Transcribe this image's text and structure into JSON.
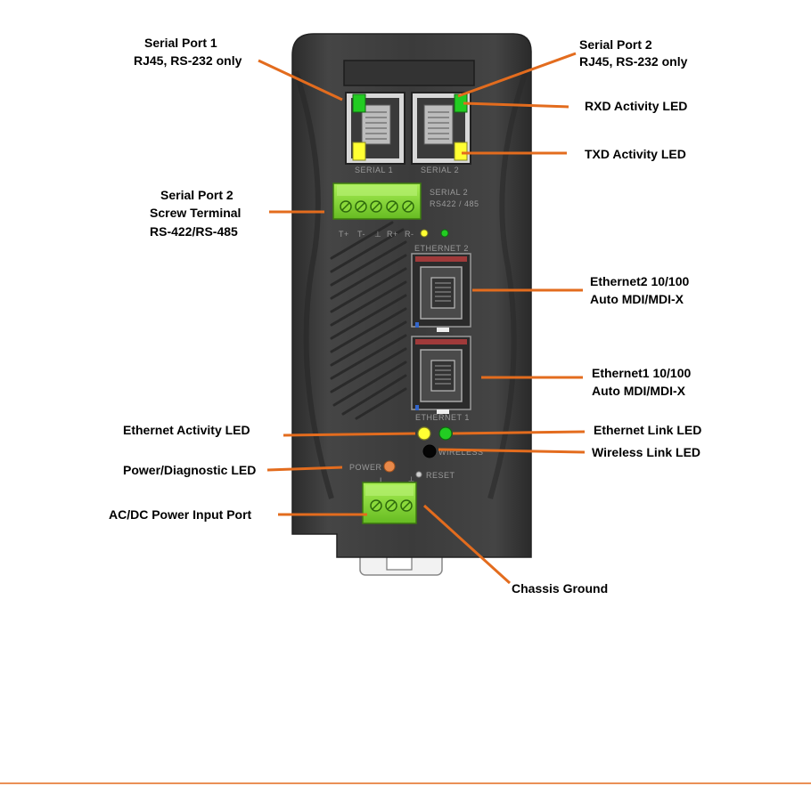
{
  "callouts": {
    "serial1": [
      "Serial Port 1",
      "RJ45, RS-232 only"
    ],
    "serial2": [
      "Serial Port 2",
      "RJ45, RS-232 only"
    ],
    "rxd": "RXD Activity LED",
    "txd": "TXD Activity LED",
    "screw": [
      "Serial Port 2",
      "Screw Terminal",
      "RS-422/RS-485"
    ],
    "eth2": [
      "Ethernet2 10/100",
      "Auto MDI/MDI-X"
    ],
    "eth1": [
      "Ethernet1 10/100",
      "Auto MDI/MDI-X"
    ],
    "eth_activity": "Ethernet Activity LED",
    "eth_link": "Ethernet Link LED",
    "wireless_link": "Wireless  Link LED",
    "power_diag": "Power/Diagnostic LED",
    "power_input": "AC/DC Power Input Port",
    "ground": "Chassis Ground"
  },
  "device": {
    "serial1": "SERIAL 1",
    "serial2": "SERIAL 2",
    "serial2_rs": [
      "SERIAL 2",
      "RS422 / 485"
    ],
    "terminal_pins": [
      "T+",
      "T-",
      "⊥",
      "R+",
      "R-"
    ],
    "ethernet2": "ETHERNET 2",
    "ethernet1": "ETHERNET 1",
    "wireless": "WIRELESS",
    "power": "POWER",
    "reset": "RESET",
    "power_pins": [
      "L",
      "⏚"
    ]
  },
  "colors": {
    "callout_line": "#e36c1e",
    "bottom_rule": "#e36c1e",
    "chassis": "#3a3a3a",
    "chassis_edge": "#262626",
    "led_green": "#22cc22",
    "led_yellow": "#ffff33",
    "terminal_green": "#88dd33",
    "power_led": "#e8894a"
  }
}
